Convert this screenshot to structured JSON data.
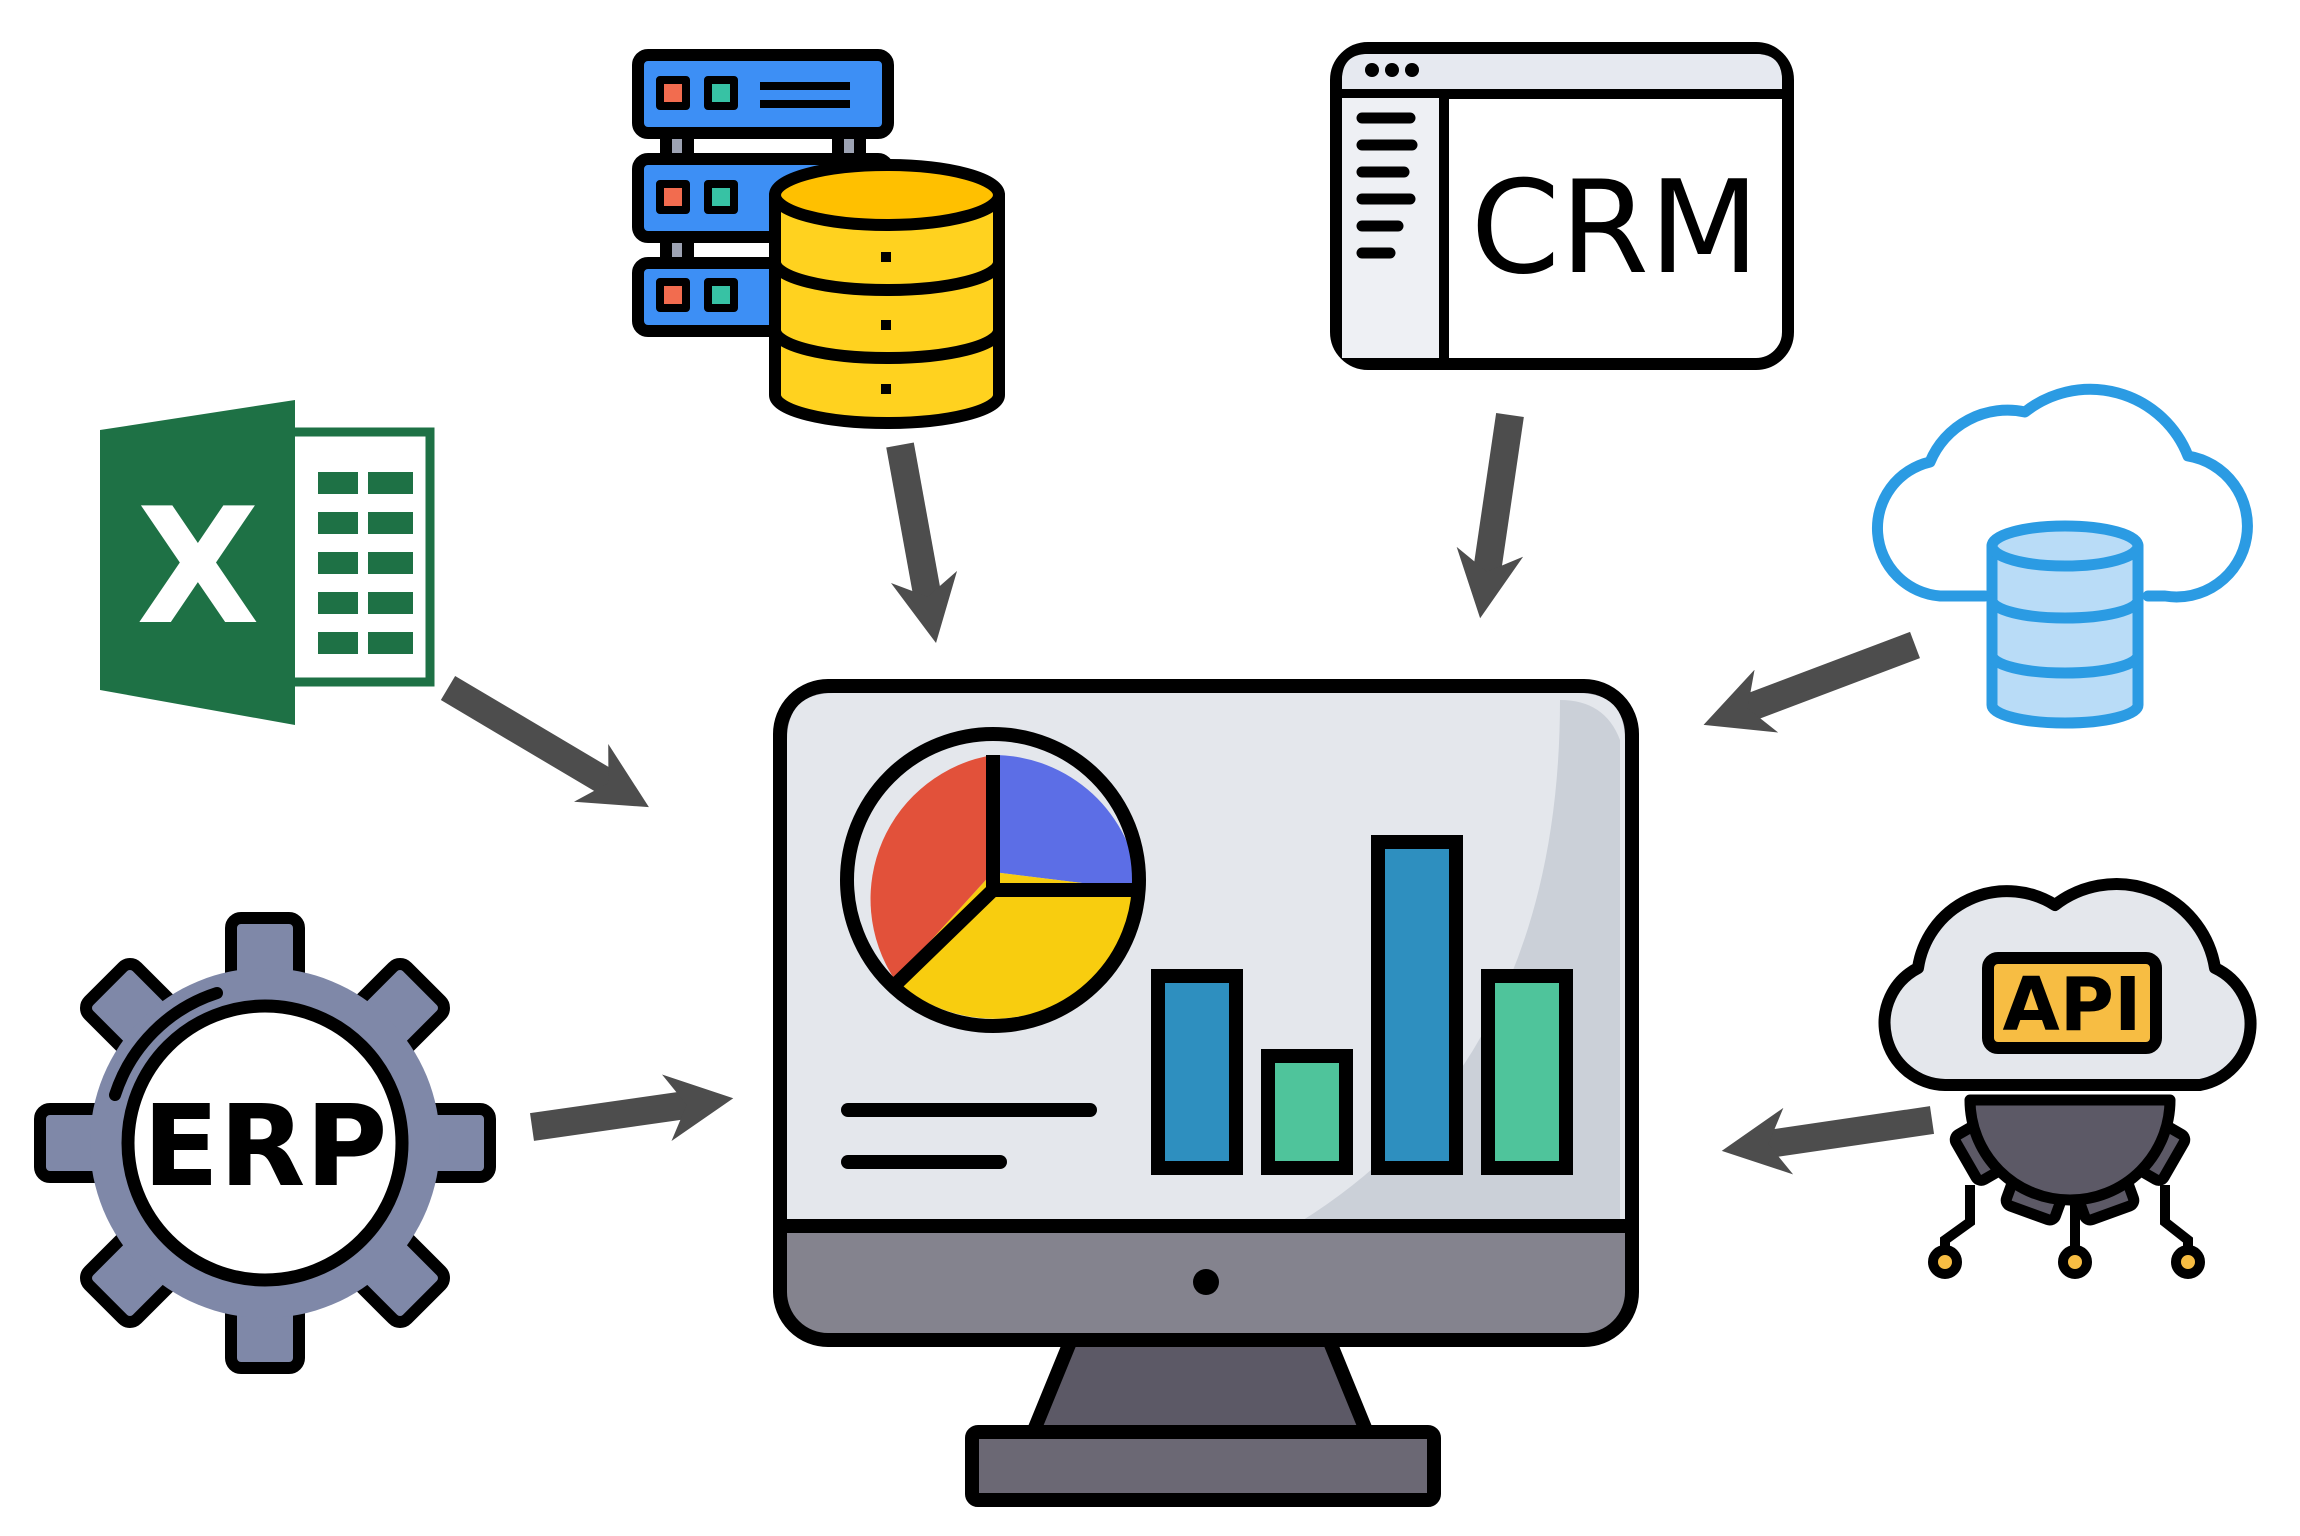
{
  "labels": {
    "crm": "CRM",
    "erp": "ERP",
    "api": "API",
    "excel": "X"
  },
  "icons": {
    "center": "dashboard-monitor-icon",
    "sources": [
      "excel-icon",
      "database-server-icon",
      "crm-window-icon",
      "cloud-database-icon",
      "erp-gear-icon",
      "api-cloud-icon"
    ]
  },
  "colors": {
    "outline": "#000000",
    "arrow": "#4d4d4d",
    "excel_green": "#1e7145",
    "server_blue": "#3d8ff5",
    "db_yellow": "#ffd21f",
    "cloud_blue": "#2b9be3",
    "gear_slate": "#7f88a8",
    "api_orange": "#f7bd43",
    "pie_red": "#e2513a",
    "pie_blue": "#5c6ee6",
    "pie_yellow": "#f8cd0f",
    "bar_blue": "#2e8fbf",
    "bar_green": "#4fc49b"
  }
}
